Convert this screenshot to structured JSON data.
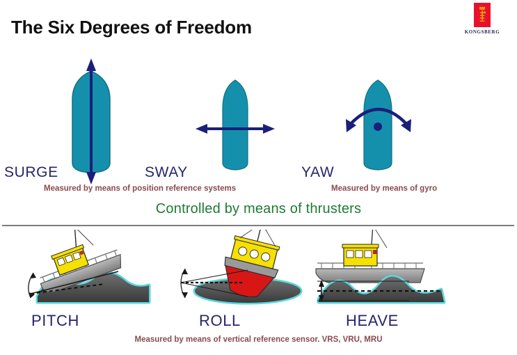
{
  "slide": {
    "title": "The Six Degrees of Freedom",
    "background": "#ffffff"
  },
  "logo": {
    "wordmark": "KONGSBERG",
    "mark_color": "#e8112d",
    "emblem_color": "#f2b705",
    "wordmark_color": "#2b2b55",
    "icon_name": "kongsberg-lion-emblem"
  },
  "colors": {
    "hull_teal": "#1490ac",
    "arrow_navy": "#1b1f7a",
    "label_navy": "#25256e",
    "caption_maroon": "#8a4a4f",
    "thruster_green": "#1e7a34",
    "divider_gray": "#7d7d7d",
    "boat_hull_gray": "#8c8c8c",
    "boat_cabin_yellow": "#f5e000",
    "boat_red_bottom": "#d81616",
    "wave_cyan": "#3fd2d8",
    "wave_dark": "#4a4a4a"
  },
  "translational": {
    "items": [
      {
        "id": "surge",
        "label": "SURGE",
        "arrow": "vertical-double-arrow",
        "ship_view": "top-down-bow-up"
      },
      {
        "id": "sway",
        "label": "SWAY",
        "arrow": "horizontal-double-arrow",
        "ship_view": "top-down-bow-up"
      },
      {
        "id": "yaw",
        "label": "YAW",
        "arrow": "curved-double-arrow",
        "ship_view": "top-down-bow-up"
      }
    ],
    "caption_position": "Measured by means of position reference systems",
    "caption_gyro": "Measured by means of gyro",
    "controlled_note": "Controlled by means of thrusters"
  },
  "rotational": {
    "items": [
      {
        "id": "pitch",
        "label": "PITCH",
        "illustration": "boat-side-view-tilted-bow-up-with-angle-arc"
      },
      {
        "id": "roll",
        "label": "ROLL",
        "illustration": "boat-bow-view-tilted-with-angle-arc"
      },
      {
        "id": "heave",
        "label": "HEAVE",
        "illustration": "boat-side-view-level-with-vertical-arrow"
      }
    ],
    "caption": "Measured by means of vertical reference sensor. VRS, VRU, MRU"
  }
}
